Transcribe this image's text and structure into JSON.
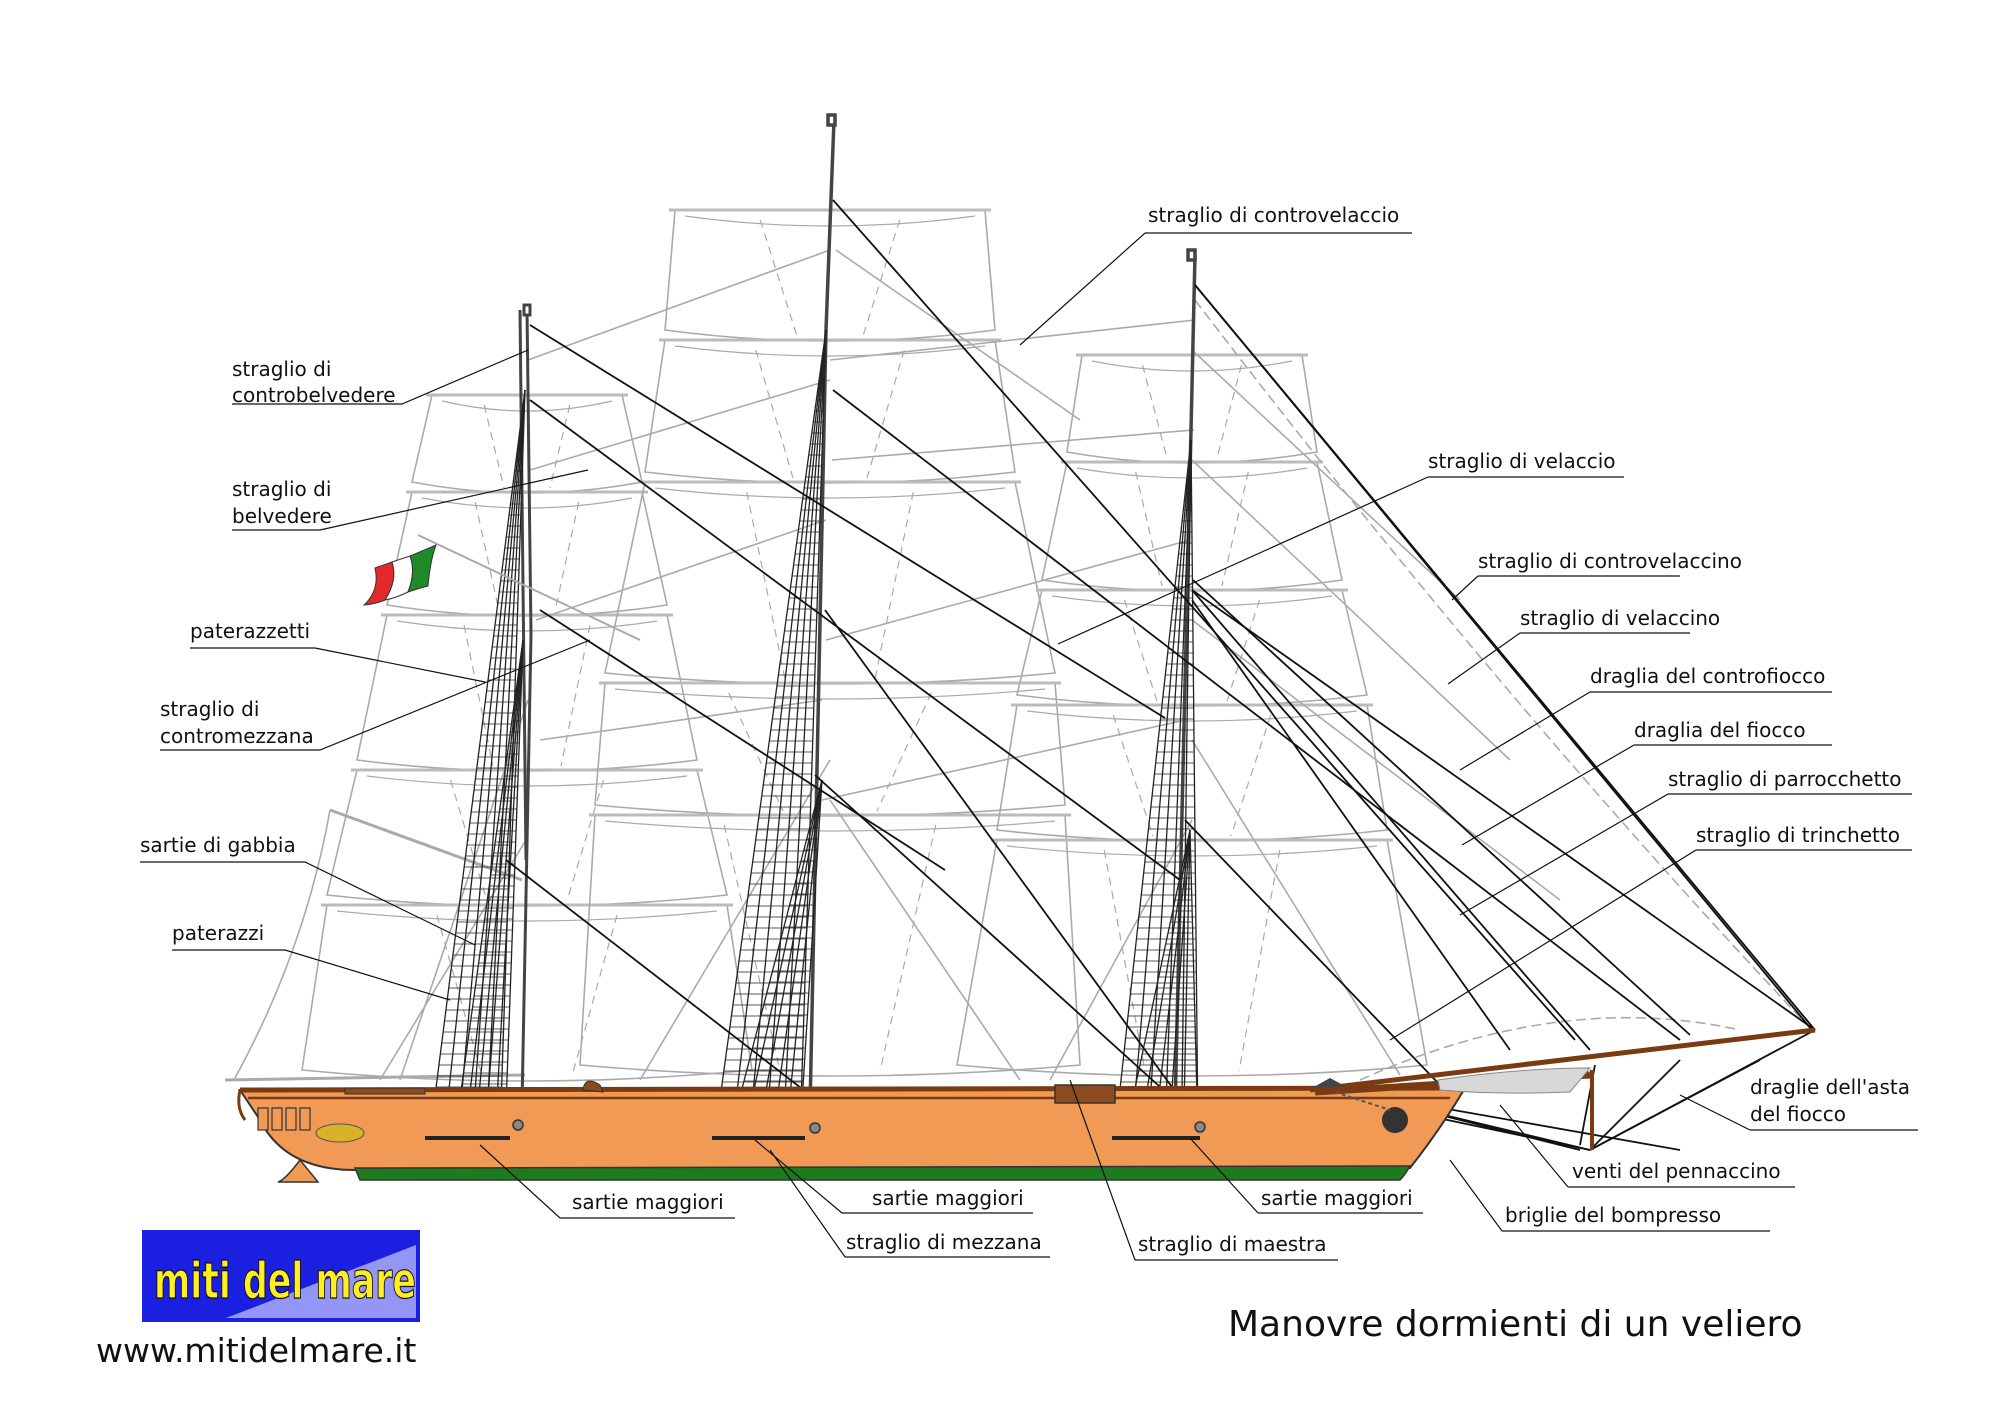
{
  "title": "Manovre dormienti di un veliero",
  "website": "www.mitidelmare.it",
  "logo": {
    "text": "miti del mare",
    "background": "#1a1fe0",
    "text_color": "#ffee22"
  },
  "colors": {
    "hull": "#f09a56",
    "keel": "#1e7a1e",
    "rail": "#7a3b12",
    "stay": "#111111",
    "rig": "#aaaaaa"
  },
  "labels": {
    "straglio_controbelvedere": [
      "straglio di",
      "controbelvedere"
    ],
    "straglio_belvedere": [
      "straglio di",
      "belvedere"
    ],
    "paterazzetti": [
      "paterazzetti"
    ],
    "straglio_contromezzana": [
      "straglio di",
      "contromezzana"
    ],
    "sartie_gabbia": [
      "sartie di gabbia"
    ],
    "paterazzi": [
      "paterazzi"
    ],
    "straglio_controvelaccio": [
      "straglio di controvelaccio"
    ],
    "straglio_velaccio": [
      "straglio di velaccio"
    ],
    "straglio_controvelaccino": [
      "straglio di controvelaccino"
    ],
    "straglio_velaccino": [
      "straglio di velaccino"
    ],
    "draglia_controfiocco": [
      "draglia del controfiocco"
    ],
    "draglia_fiocco": [
      "draglia del fiocco"
    ],
    "straglio_parrocchetto": [
      "straglio di parrocchetto"
    ],
    "straglio_trinchetto": [
      "straglio di trinchetto"
    ],
    "draglie_asta_fiocco": [
      "draglie dell'asta",
      "del fiocco"
    ],
    "venti_pennaccino": [
      "venti del pennaccino"
    ],
    "briglie_bompresso": [
      "briglie del bompresso"
    ],
    "sartie_maggiori_1": [
      "sartie maggiori"
    ],
    "sartie_maggiori_2": [
      "sartie maggiori"
    ],
    "sartie_maggiori_3": [
      "sartie maggiori"
    ],
    "straglio_mezzana": [
      "straglio di mezzana"
    ],
    "straglio_maestra": [
      "straglio di maestra"
    ]
  }
}
